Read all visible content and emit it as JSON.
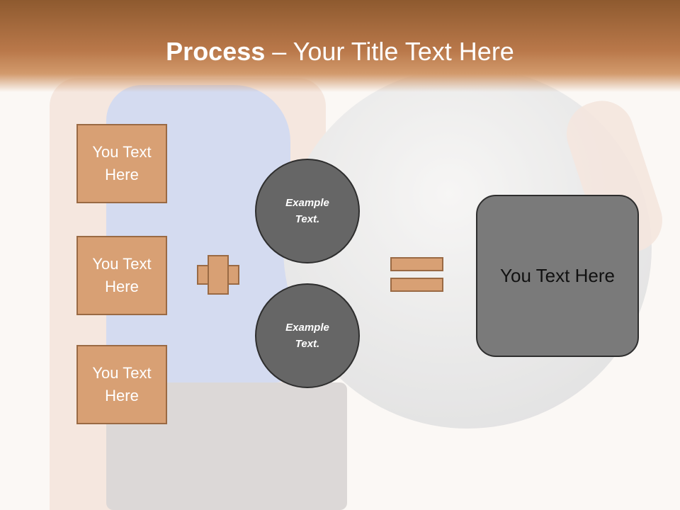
{
  "title": {
    "bold": "Process",
    "rest": " – Your Title Text Here"
  },
  "left_boxes": [
    {
      "label": "You Text Here"
    },
    {
      "label": "You Text Here"
    },
    {
      "label": "You Text Here"
    }
  ],
  "circles": [
    {
      "label": "Example Text."
    },
    {
      "label": "Example Text."
    }
  ],
  "result": {
    "label": "You Text Here"
  },
  "colors": {
    "title_bar": "#b9784a",
    "box_fill": "#d8a074",
    "box_border": "#9a6a44",
    "circle_fill": "#666666",
    "result_fill": "#7a7a7a"
  }
}
